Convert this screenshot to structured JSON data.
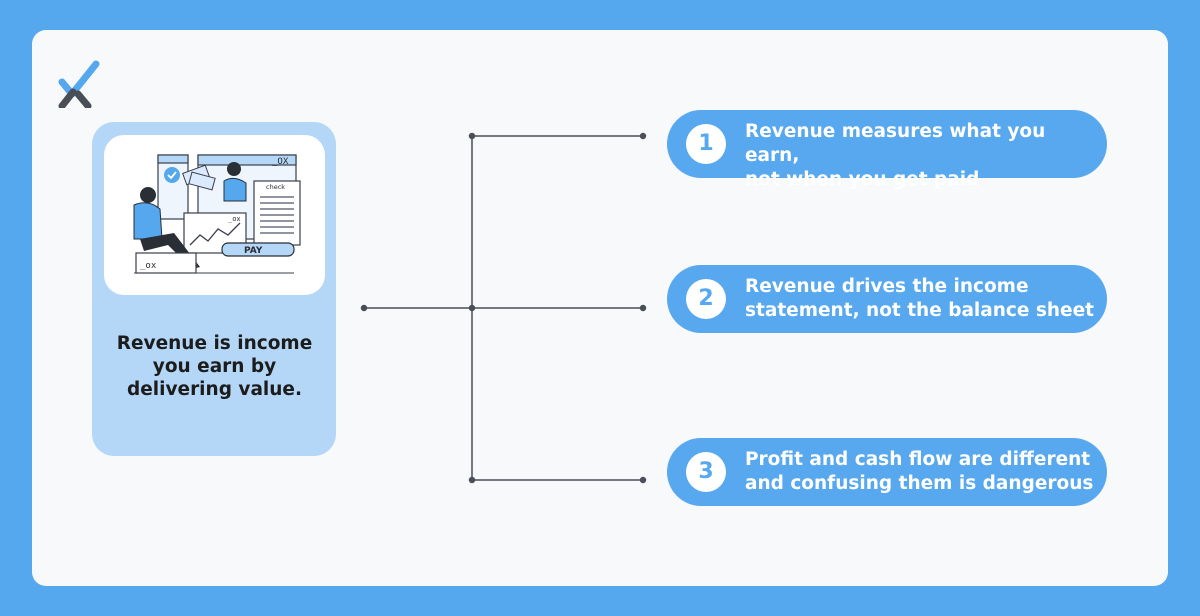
{
  "colors": {
    "background": "#55a7ee",
    "panel": "#f8f9fb",
    "pill": "#57a8ee",
    "card": "#b4d7f8",
    "logo_dark": "#4a4e57"
  },
  "illustration": {
    "window_controls": "_OX",
    "check_label": "check",
    "pay_label": "PAY"
  },
  "summary": {
    "text": "Revenue is income you earn by delivering value."
  },
  "points": [
    {
      "number": "1",
      "line1": "Revenue measures what you earn,",
      "line2": "not when you get paid"
    },
    {
      "number": "2",
      "line1": "Revenue drives the income",
      "line2": "statement, not the balance sheet"
    },
    {
      "number": "3",
      "line1": "Profit and cash flow are different",
      "line2": "and confusing them is dangerous"
    }
  ]
}
